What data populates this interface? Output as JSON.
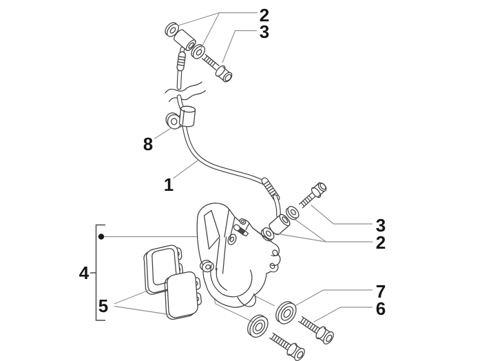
{
  "diagram": {
    "kind": "exploded-parts-diagram",
    "colors": {
      "background": "#ffffff",
      "outline": "#3d3d3d",
      "leader": "#8f8f8f",
      "bracket": "#4a4a4a",
      "label": "#161616",
      "bleed_cap": "#4a4a4a",
      "pad_texture": "#6f6f6f"
    },
    "callouts": [
      {
        "label": "2"
      },
      {
        "label": "3"
      },
      {
        "label": "3"
      },
      {
        "label": "2"
      },
      {
        "label": "7"
      },
      {
        "label": "6"
      },
      {
        "label": "8"
      },
      {
        "label": "1"
      },
      {
        "label": "4"
      },
      {
        "label": "5"
      }
    ]
  }
}
